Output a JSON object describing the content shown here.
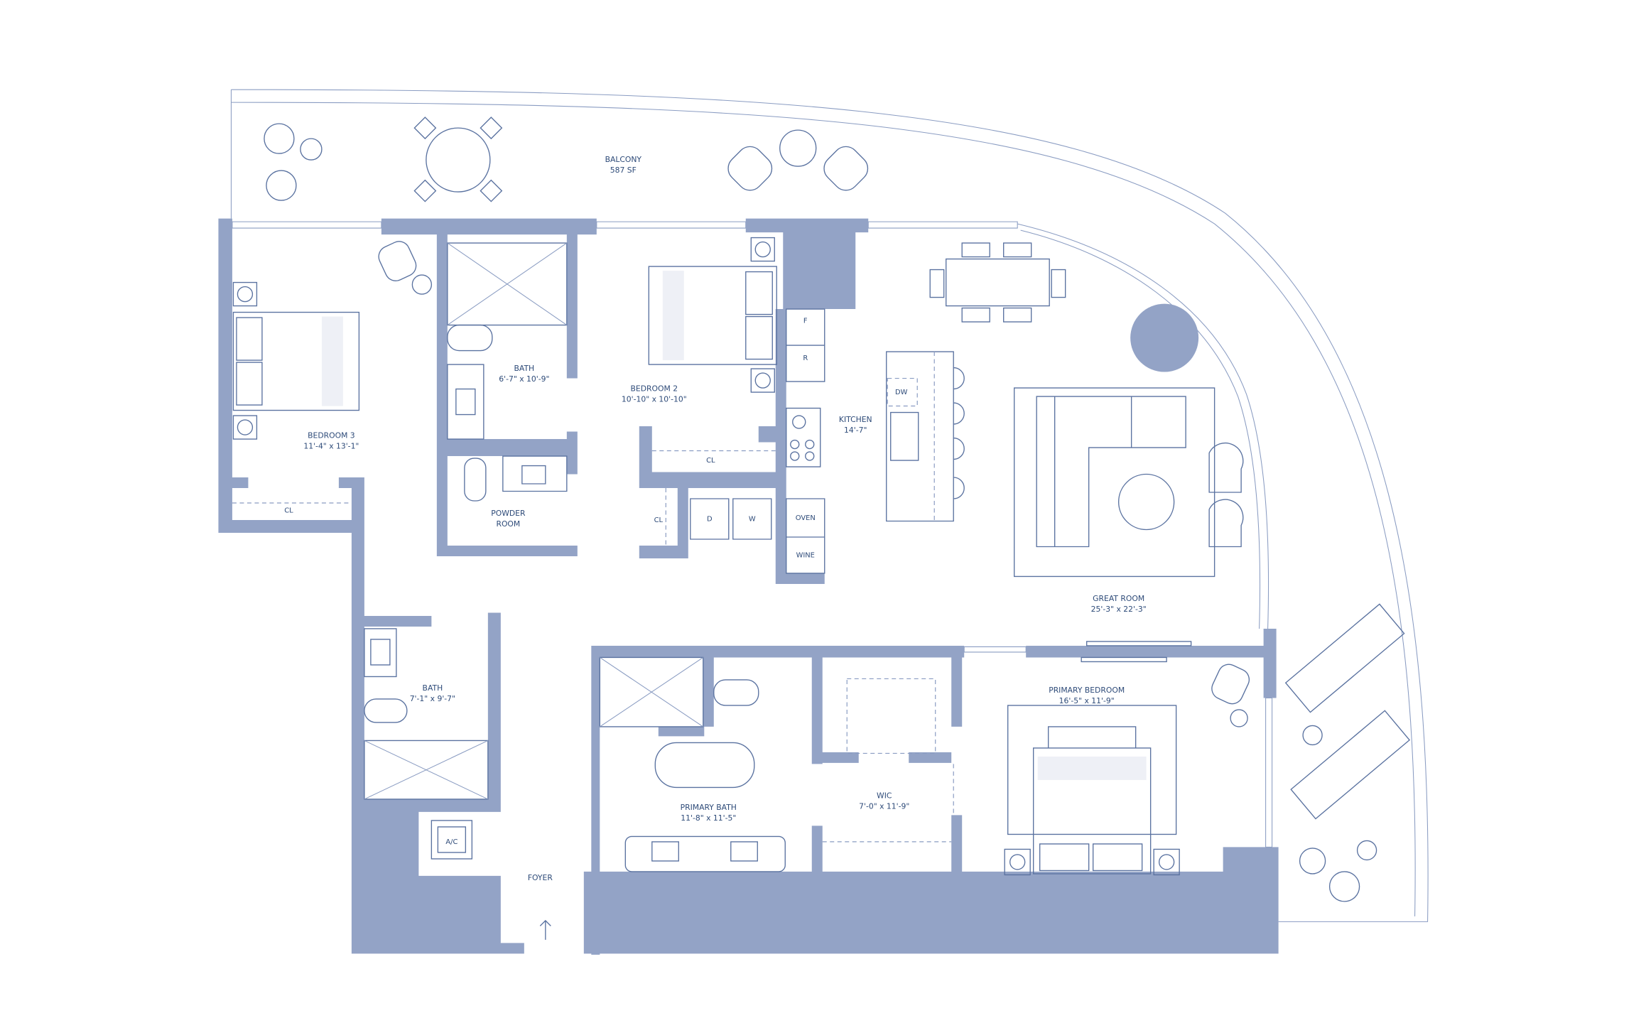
{
  "rooms": [
    {
      "name": "BALCONY",
      "dims": "587 SF"
    },
    {
      "name": "BEDROOM 3",
      "dims": "11'-4\" x 13'-1\""
    },
    {
      "name": "BATH",
      "dims": "6'-7\" x 10'-9\""
    },
    {
      "name": "BEDROOM 2",
      "dims": "10'-10\" x 10'-10\""
    },
    {
      "name": "KITCHEN",
      "dims": "14'-7\""
    },
    {
      "name": "POWDER",
      "dims": "ROOM"
    },
    {
      "name": "GREAT ROOM",
      "dims": "25'-3\" x 22'-3\""
    },
    {
      "name": "BATH",
      "dims": "7'-1\" x 9'-7\""
    },
    {
      "name": "PRIMARY BEDROOM",
      "dims": "16'-5\" x 11'-9\""
    },
    {
      "name": "PRIMARY BATH",
      "dims": "11'-8\" x 11'-5\""
    },
    {
      "name": "WIC",
      "dims": "7'-0\" x 11'-9\""
    },
    {
      "name": "FOYER",
      "dims": ""
    }
  ],
  "labels": {
    "closet": "CL",
    "freezer": "F",
    "refrigerator": "R",
    "dishwasher": "DW",
    "oven": "OVEN",
    "wine": "WINE",
    "dryer": "D",
    "washer": "W",
    "ac": "A/C"
  },
  "colors": {
    "wall": "#93a3c6",
    "line": "#5a72a0",
    "text": "#2d4a78"
  }
}
